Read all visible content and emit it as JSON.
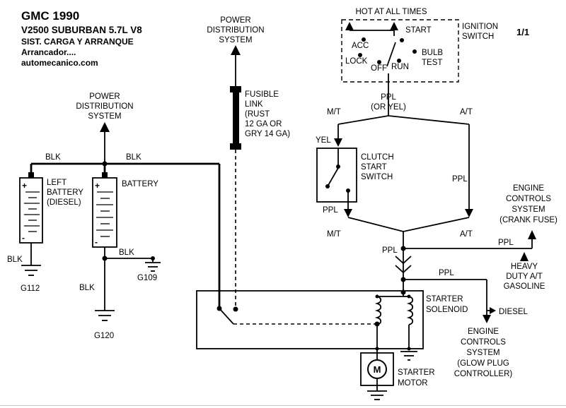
{
  "header": {
    "title": "GMC 1990",
    "subtitle": "V2500 SUBURBAN 5.7L V8",
    "system_line": "SIST. CARGA Y ARRANQUE",
    "component_line": "Arrancador....",
    "website": "automecanico.com",
    "page_indicator": "1/1"
  },
  "external_systems": {
    "power_distribution": [
      "POWER",
      "DISTRIBUTION",
      "SYSTEM"
    ],
    "engine_controls_crank": [
      "ENGINE",
      "CONTROLS",
      "SYSTEM",
      "(CRANK FUSE)"
    ],
    "engine_controls_glow": [
      "ENGINE",
      "CONTROLS",
      "SYSTEM",
      "(GLOW PLUG",
      "CONTROLLER)"
    ]
  },
  "components": {
    "fusible_link": [
      "FUSIBLE",
      "LINK",
      "(RUST",
      "12 GA OR",
      "GRY 14 GA)"
    ],
    "ignition_switch": {
      "label": [
        "IGNITION",
        "SWITCH"
      ],
      "hot_note": "HOT AT ALL TIMES",
      "positions": {
        "acc": "ACC",
        "lock": "LOCK",
        "off": "OFF",
        "run": "RUN",
        "start": "START",
        "bulb_test": [
          "BULB",
          "TEST"
        ]
      }
    },
    "clutch_start_switch": [
      "CLUTCH",
      "START",
      "SWITCH"
    ],
    "left_battery": [
      "LEFT",
      "BATTERY",
      "(DIESEL)"
    ],
    "battery": "BATTERY",
    "starter_solenoid": [
      "STARTER",
      "SOLENOID"
    ],
    "starter_motor": [
      "STARTER",
      "MOTOR"
    ],
    "motor_symbol": "M",
    "battery_plus": "+",
    "battery_minus": "-"
  },
  "wire_labels": {
    "ppl": "PPL",
    "ppl_or_yel": "(OR YEL)",
    "yel": "YEL",
    "blk": "BLK",
    "mt": "M/T",
    "at": "A/T"
  },
  "grounds": {
    "g112": "G112",
    "g109": "G109",
    "g120": "G120"
  },
  "notes": {
    "heavy_duty": [
      "HEAVY",
      "DUTY A/T",
      "GASOLINE"
    ],
    "diesel": "DIESEL"
  }
}
